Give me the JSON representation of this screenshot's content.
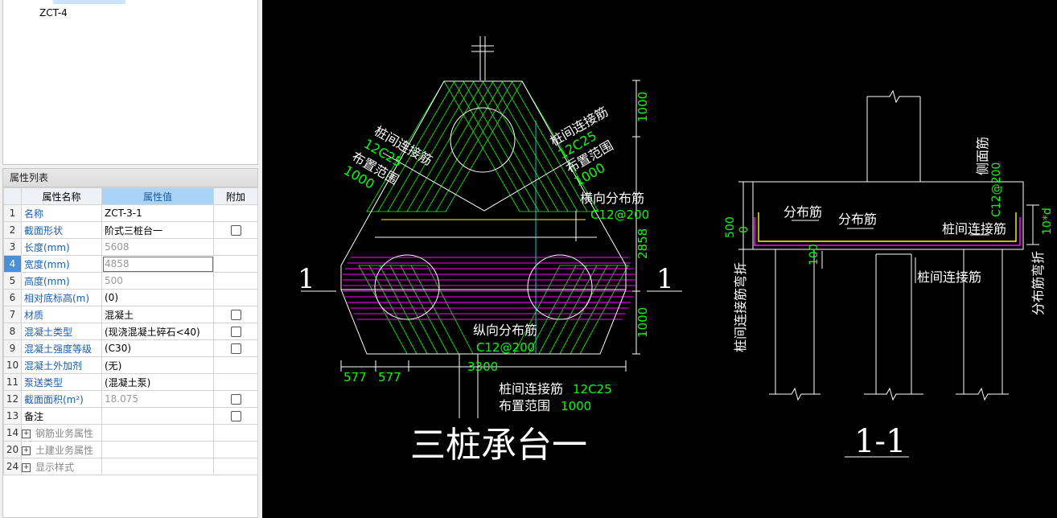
{
  "tree": {
    "items": [
      "ZCT-4"
    ]
  },
  "property_panel": {
    "title": "属性列表",
    "headers": [
      "属性名称",
      "属性值",
      "附加"
    ],
    "rows": [
      {
        "num": "1",
        "name": "名称",
        "value": "ZCT-3-1",
        "name_style": "blue",
        "value_style": "normal",
        "checkbox": false
      },
      {
        "num": "2",
        "name": "截面形状",
        "value": "阶式三桩台一",
        "name_style": "blue",
        "value_style": "normal",
        "checkbox": true
      },
      {
        "num": "3",
        "name": "长度(mm)",
        "value": "5608",
        "name_style": "blue",
        "value_style": "gray",
        "checkbox": false
      },
      {
        "num": "4",
        "name": "宽度(mm)",
        "value": "4858",
        "name_style": "blue",
        "value_style": "gray",
        "checkbox": false
      },
      {
        "num": "5",
        "name": "高度(mm)",
        "value": "500",
        "name_style": "blue",
        "value_style": "gray",
        "checkbox": false
      },
      {
        "num": "6",
        "name": "相对底标高(m)",
        "value": "(0)",
        "name_style": "blue",
        "value_style": "normal",
        "checkbox": false
      },
      {
        "num": "7",
        "name": "材质",
        "value": "混凝土",
        "name_style": "blue",
        "value_style": "normal",
        "checkbox": true
      },
      {
        "num": "8",
        "name": "混凝土类型",
        "value": "(现浇混凝土碎石<40)",
        "name_style": "blue",
        "value_style": "normal",
        "checkbox": true
      },
      {
        "num": "9",
        "name": "混凝土强度等级",
        "value": "(C30)",
        "name_style": "blue",
        "value_style": "normal",
        "checkbox": true
      },
      {
        "num": "10",
        "name": "混凝土外加剂",
        "value": "(无)",
        "name_style": "blue",
        "value_style": "normal",
        "checkbox": false
      },
      {
        "num": "11",
        "name": "泵送类型",
        "value": "(混凝土泵)",
        "name_style": "blue",
        "value_style": "normal",
        "checkbox": false
      },
      {
        "num": "12",
        "name": "截面面积(m²)",
        "value": "18.075",
        "name_style": "blue",
        "value_style": "gray",
        "checkbox": true
      },
      {
        "num": "13",
        "name": "备注",
        "value": "",
        "name_style": "black",
        "value_style": "normal",
        "checkbox": true
      },
      {
        "num": "14",
        "name": "钢筋业务属性",
        "value": "",
        "name_style": "group",
        "value_style": "normal",
        "checkbox": false
      },
      {
        "num": "20",
        "name": "土建业务属性",
        "value": "",
        "name_style": "group",
        "value_style": "normal",
        "checkbox": false
      },
      {
        "num": "24",
        "name": "显示样式",
        "value": "",
        "name_style": "group",
        "value_style": "normal",
        "checkbox": false
      }
    ],
    "selected_row": "4"
  },
  "drawing": {
    "plan_title": "三桩承台一",
    "section_title": "1-1",
    "section_mark": "1",
    "plan_labels": {
      "left_conn": "桩间连接筋",
      "left_conn_bar": "12C25",
      "left_range": "布置范围",
      "left_range_val": "1000",
      "right_conn": "桩间连接筋",
      "right_conn_bar": "12C25",
      "right_range": "布置范围",
      "right_range_val": "1000",
      "trans_dist": "横向分布筋",
      "trans_dist_bar": "C12@200",
      "long_dist": "纵向分布筋",
      "long_dist_bar": "C12@200",
      "bottom_conn": "桩间连接筋",
      "bottom_conn_bar": "12C25",
      "bottom_range": "布置范围",
      "bottom_range_val": "1000"
    },
    "plan_dims": {
      "right_top": "1000",
      "right_mid": "2858",
      "right_bot": "1000",
      "bot_a": "577",
      "bot_b": "577",
      "bot_total": "3300"
    },
    "section_labels": {
      "dist1": "分布筋",
      "dist2": "分布筋",
      "side_bar": "侧面筋",
      "side_bar_val": "C12@200",
      "conn_top": "桩间连接筋",
      "conn_bottom": "桩间连接筋",
      "left_bend": "桩间连接筋弯折",
      "right_bend": "分布筋弯折",
      "right_bend_val": "10*d",
      "dim_500": "500",
      "dim_0": "0",
      "dim_100": "100"
    }
  },
  "colors": {
    "cad_bg": "#000000",
    "green_rebar": "#00ff00",
    "yellow_rebar": "#ffff00",
    "magenta_rebar": "#ff00ff",
    "dim_green": "#00ff00",
    "cyan_axis": "#00ffff"
  }
}
